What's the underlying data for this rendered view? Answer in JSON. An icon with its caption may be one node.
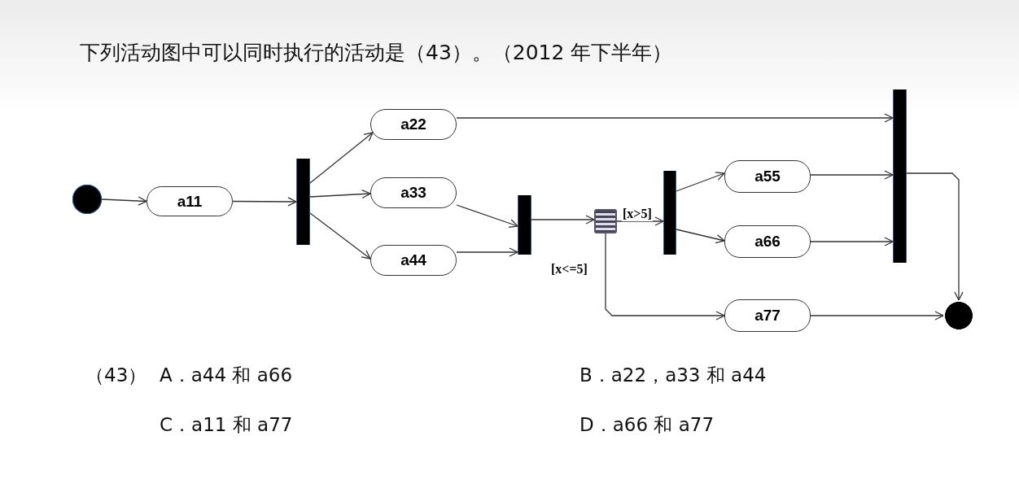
{
  "diagram": {
    "title": "下列活动图中可以同时执行的活动是（43）。（2012 年下半年）",
    "nodes": [
      {
        "text": [],
        "shape": "circle"
      },
      {
        "text": [
          "a11"
        ]
      },
      {
        "text": [],
        "shape": "bar"
      },
      {
        "text": [
          "a22"
        ]
      },
      {
        "text": [
          "a33"
        ]
      },
      {
        "text": [
          "a44"
        ]
      },
      {
        "text": [],
        "shape": "bar"
      },
      {
        "text": [],
        "shape": "box"
      },
      {
        "text": [],
        "shape": "bar"
      },
      {
        "text": [
          "a55"
        ]
      },
      {
        "text": [
          "a66"
        ]
      },
      {
        "text": [
          "a77"
        ]
      },
      {
        "text": [],
        "shape": "bar"
      },
      {
        "text": [],
        "shape": "circle"
      }
    ],
    "edges": [
      {
        "from": 0,
        "to": 1,
        "arrow": "to"
      },
      {
        "from": 1,
        "to": 2,
        "arrow": "to"
      },
      {
        "from": 2,
        "to": 3,
        "arrow": "to"
      },
      {
        "from": 2,
        "to": 4,
        "arrow": "to"
      },
      {
        "from": 2,
        "to": 5,
        "arrow": "to"
      },
      {
        "from": 3,
        "to": 12,
        "arrow": "to"
      },
      {
        "from": 4,
        "to": 6,
        "arrow": "to"
      },
      {
        "from": 5,
        "to": 6,
        "arrow": "to"
      },
      {
        "from": 6,
        "to": 7,
        "arrow": "to"
      },
      {
        "from": 7,
        "to": 8,
        "arrow": "to",
        "label": "[x>5]"
      },
      {
        "from": 7,
        "to": 11,
        "arrow": "to",
        "label": "[x<=5]"
      },
      {
        "from": 8,
        "to": 9,
        "arrow": "to"
      },
      {
        "from": 8,
        "to": 10,
        "arrow": "to"
      },
      {
        "from": 9,
        "to": 12,
        "arrow": "to"
      },
      {
        "from": 10,
        "to": 12,
        "arrow": "to"
      },
      {
        "from": 11,
        "to": 13,
        "arrow": "to"
      },
      {
        "from": 12,
        "to": 13,
        "arrow": "to"
      }
    ],
    "labels": [
      "（43）",
      "A．a44 和 a66",
      "B．a22，a33 和 a44",
      "C．a11 和 a77",
      "D．a66 和 a77"
    ]
  }
}
